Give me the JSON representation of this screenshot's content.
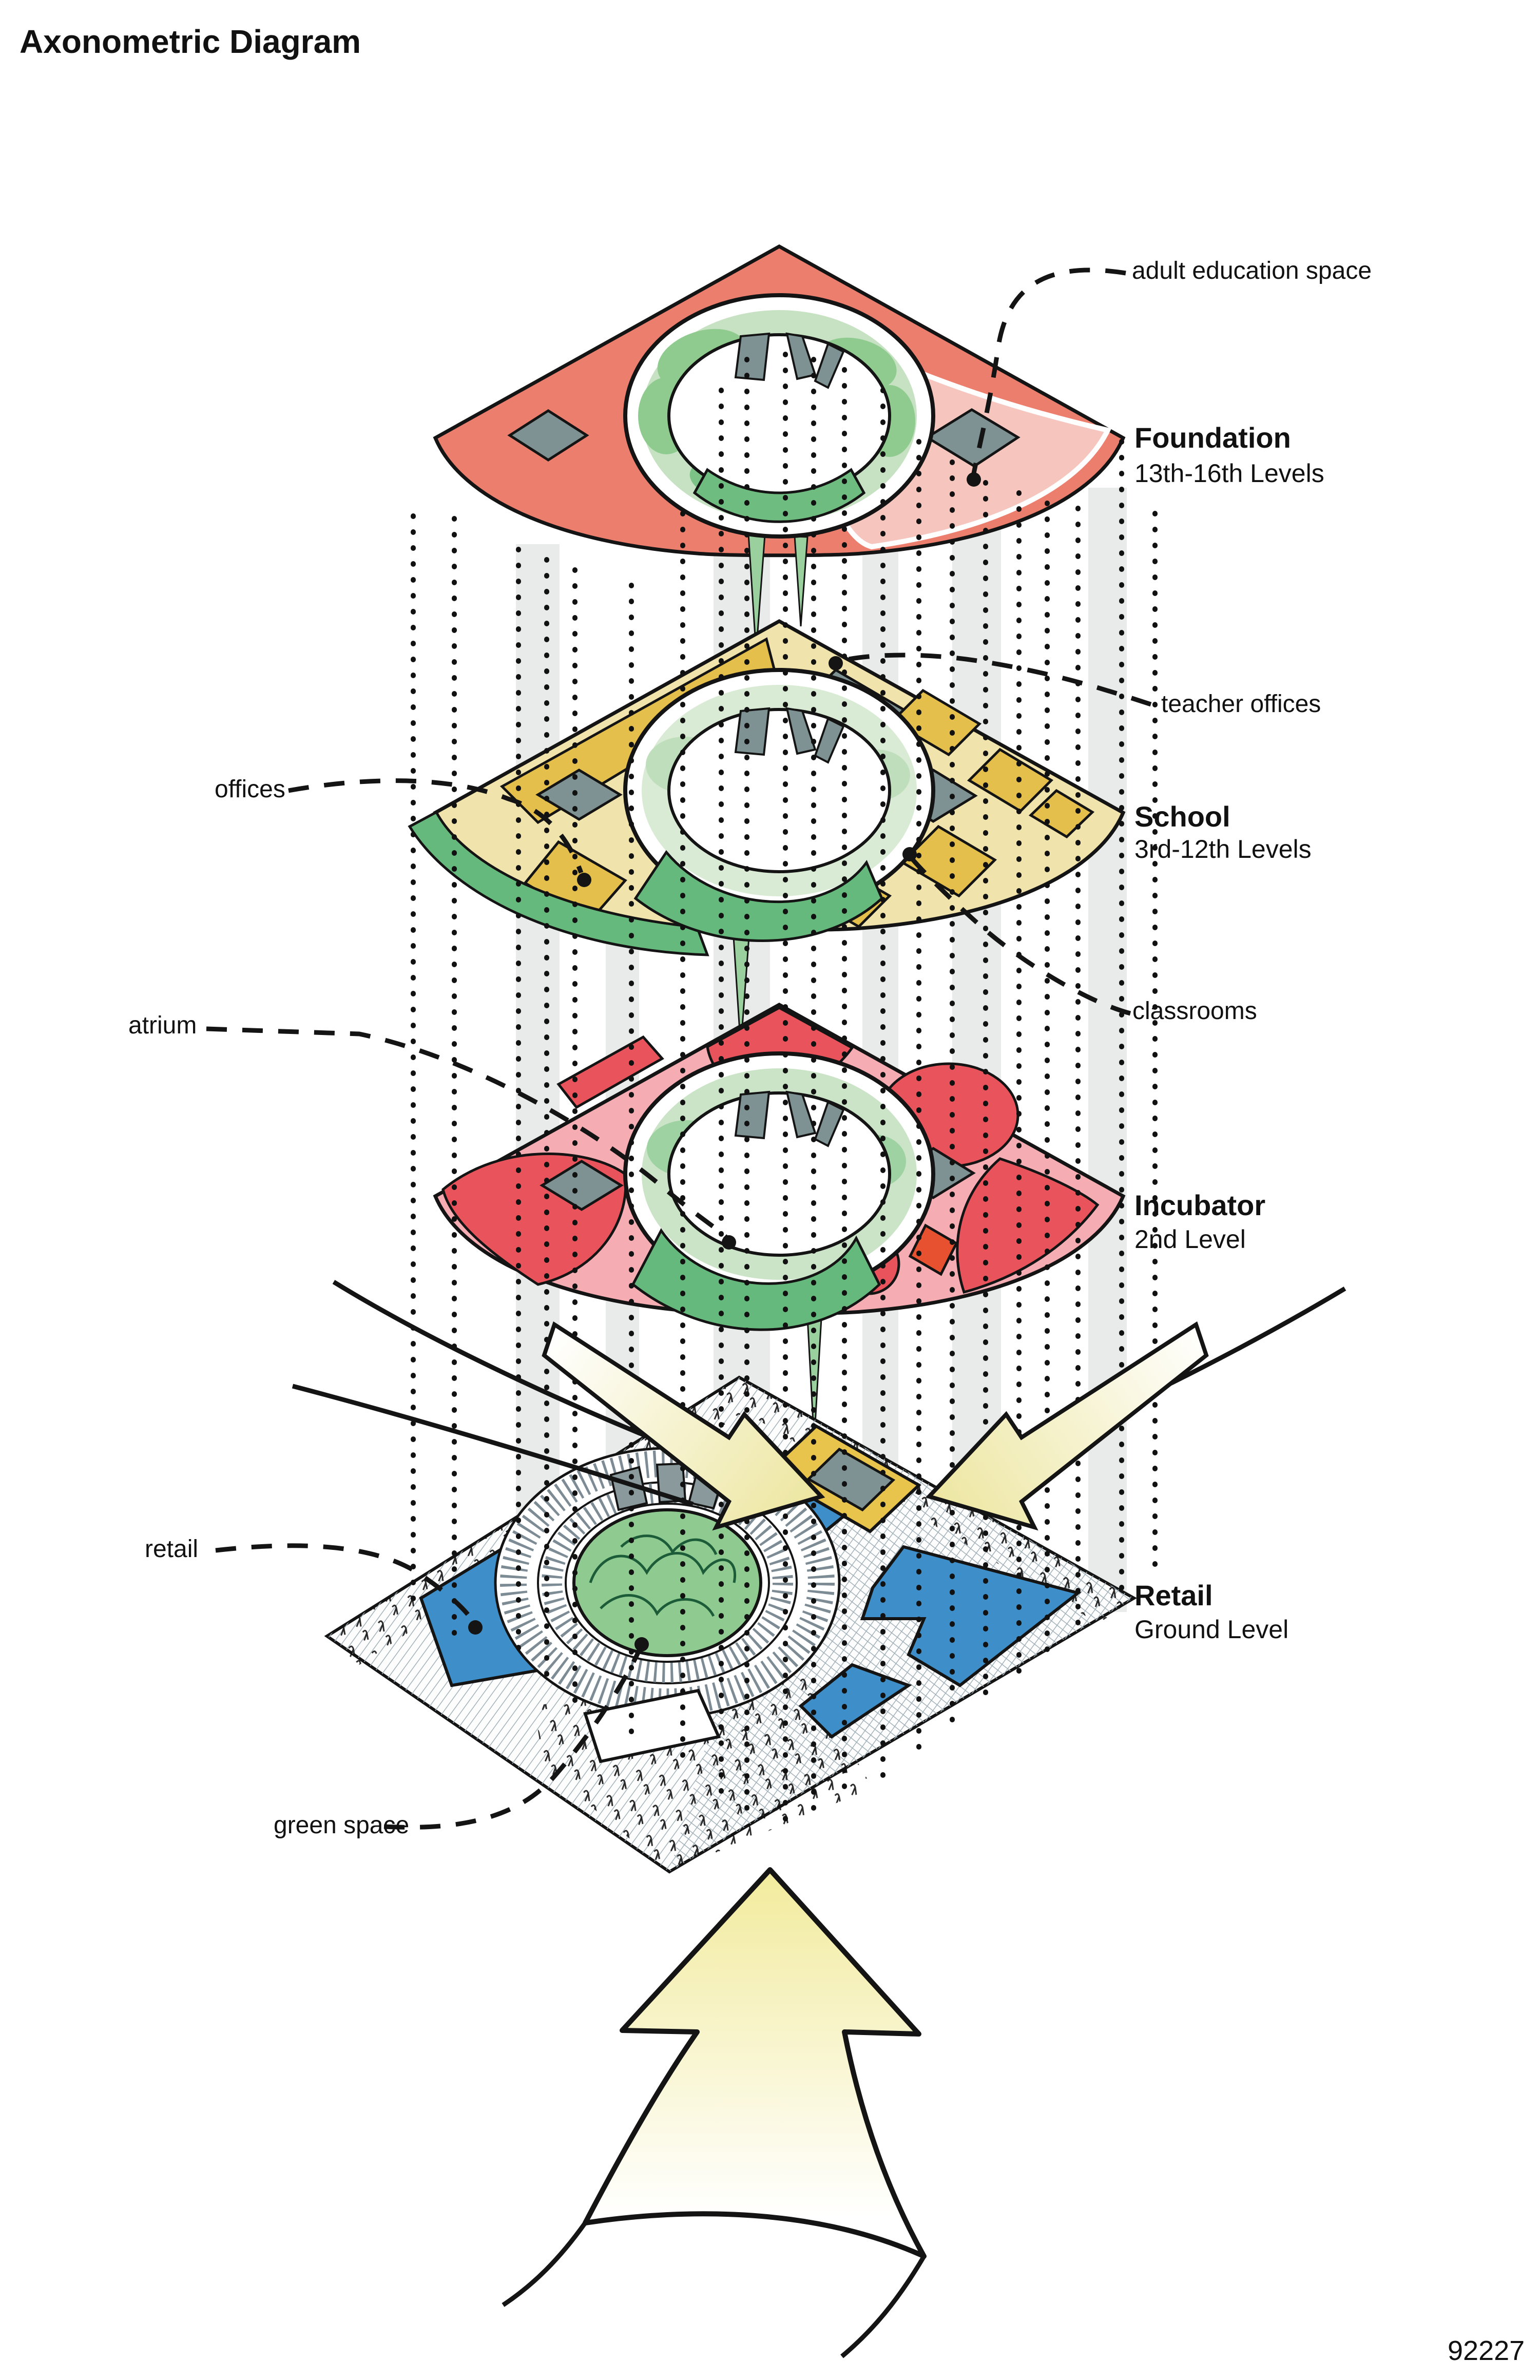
{
  "title": "Axonometric Diagram",
  "figure_number": "92227",
  "levels": {
    "foundation": {
      "name": "Foundation",
      "range": "13th-16th Levels"
    },
    "school": {
      "name": "School",
      "range": "3rd-12th Levels"
    },
    "incubator": {
      "name": "Incubator",
      "range": "2nd Level"
    },
    "retail": {
      "name": "Retail",
      "range": "Ground Level"
    }
  },
  "annotations": {
    "adult_education": "adult education space",
    "teacher_offices": "teacher offices",
    "offices": "offices",
    "classrooms": "classrooms",
    "atrium": "atrium",
    "retail": "retail",
    "green_space": "green space"
  },
  "colors": {
    "foundation_base": "#EC7E6E",
    "foundation_light": "#F6C6BE",
    "school_gold": "#E4BF4B",
    "school_light": "#F0E3AB",
    "incubator_pink": "#F5ADB3",
    "incubator_red": "#E9545C",
    "incubator_orange": "#E8512F",
    "retail_blue": "#3E8FC9",
    "room_gray": "#7E9193",
    "green_dark": "#66B97C",
    "green_mid": "#8FCB90",
    "green_light": "#C7E2C3",
    "arrow_yellow": "#F2EB9E",
    "ink": "#141414"
  }
}
